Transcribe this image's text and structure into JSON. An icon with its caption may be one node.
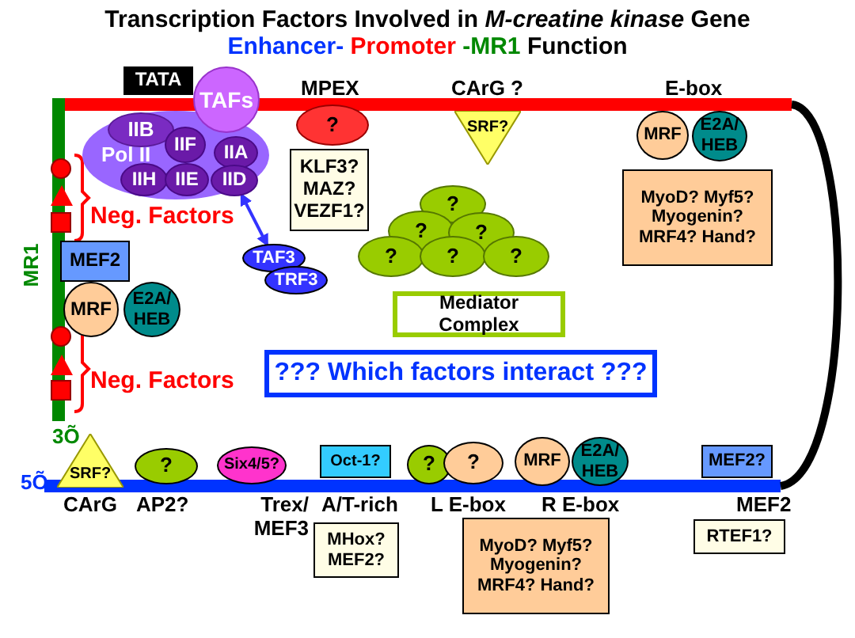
{
  "diagram": {
    "title": "Transcription Factors Involved in *M-creatine kinase* Gene",
    "nodes": [
      {
        "text": [
          "TATA"
        ]
      },
      {
        "text": [
          "Pol II"
        ]
      },
      {
        "text": [
          "IIB"
        ],
        "in": 1
      },
      {
        "text": [
          "TAFs"
        ]
      },
      {
        "text": [
          "IIF"
        ],
        "in": 1
      },
      {
        "text": [
          "IIA"
        ],
        "in": 1
      },
      {
        "text": [
          "IIH"
        ],
        "in": 1
      },
      {
        "text": [
          "IIE"
        ],
        "in": 1
      },
      {
        "text": [
          "IID"
        ],
        "in": 1
      },
      {
        "text": [
          "?"
        ]
      },
      {
        "text": [
          "KLF3? MAZ? VEZF1?"
        ]
      },
      {
        "text": [
          "SRF?"
        ]
      },
      {
        "text": [
          "?"
        ]
      },
      {
        "text": [
          "?"
        ]
      },
      {
        "text": [
          "?"
        ]
      },
      {
        "text": [
          "?"
        ]
      },
      {
        "text": [
          "?"
        ]
      },
      {
        "text": [
          "?"
        ]
      },
      {
        "text": [
          "Mediator Complex"
        ]
      },
      {
        "text": [
          "MRF"
        ]
      },
      {
        "text": [
          "E2A/ HEB"
        ]
      },
      {
        "text": [
          "MyoD? Myf5? Myogenin? MRF4? Hand?"
        ]
      },
      {
        "text": [
          "TAF3"
        ]
      },
      {
        "text": [
          "TRF3"
        ]
      },
      {
        "text": [
          "MEF2"
        ]
      },
      {
        "text": [
          "MRF"
        ]
      },
      {
        "text": [
          "E2A/ HEB"
        ]
      },
      {
        "text": [
          "??? Which factors interact ???"
        ]
      },
      {
        "text": [
          "SRF?"
        ]
      },
      {
        "text": [
          "?"
        ]
      },
      {
        "text": [
          "Six4/5?"
        ]
      },
      {
        "text": [
          "Oct-1?"
        ]
      },
      {
        "text": [
          "MHox? MEF2?"
        ]
      },
      {
        "text": [
          "?"
        ]
      },
      {
        "text": [
          "?"
        ]
      },
      {
        "text": [
          "MRF"
        ]
      },
      {
        "text": [
          "E2A/ HEB"
        ]
      },
      {
        "text": [
          "MyoD? Myf5? Myogenin? MRF4? Hand?"
        ]
      },
      {
        "text": [
          "MEF2?"
        ]
      },
      {
        "text": [
          "RTEF1?"
        ]
      },
      {
        "text": [],
        "shape": "bar"
      },
      {
        "text": [],
        "shape": "bar"
      },
      {
        "text": [],
        "shape": "bar"
      },
      {
        "text": [],
        "shape": "circle"
      },
      {
        "text": [],
        "shape": "triangle"
      },
      {
        "text": [],
        "shape": "box"
      },
      {
        "text": [],
        "shape": "circle"
      },
      {
        "text": [],
        "shape": "triangle"
      },
      {
        "text": [],
        "shape": "box"
      }
    ],
    "edges": [
      {
        "from": 8,
        "to": 22,
        "arrow": "both",
        "color": "#3333ff"
      },
      {
        "from": 40,
        "to": 41,
        "arrow": "none",
        "style": "thick",
        "color": "#000000"
      }
    ],
    "labels": [
      "Enhancer- Promoter -MR1 Function",
      "MPEX",
      "CArG ?",
      "E-box",
      "Neg. Factors",
      "MR1",
      "Neg. Factors",
      "3Õ",
      "5Õ",
      "CArG",
      "AP2?",
      "Trex/ MEF3",
      "A/T-rich",
      "L E-box",
      "R E-box",
      "MEF2"
    ]
  }
}
